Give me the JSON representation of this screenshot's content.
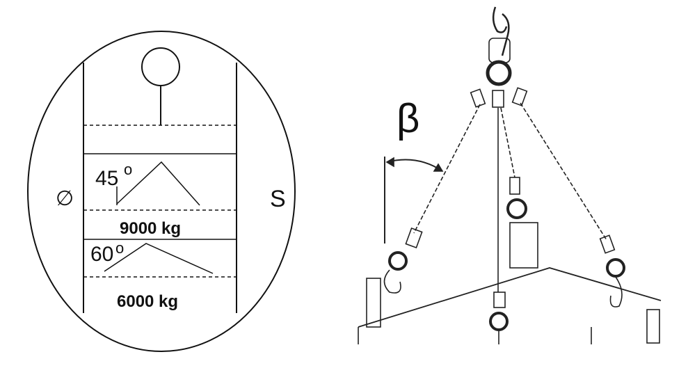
{
  "left_panel": {
    "diameter_symbol": "∅",
    "side_label": "S",
    "angle_45": {
      "value": "45",
      "degree": "o",
      "capacity": "9000 kg"
    },
    "angle_60": {
      "value": "60",
      "degree": "o",
      "capacity": "6000 kg"
    }
  },
  "right_panel": {
    "angle_symbol": "β"
  }
}
